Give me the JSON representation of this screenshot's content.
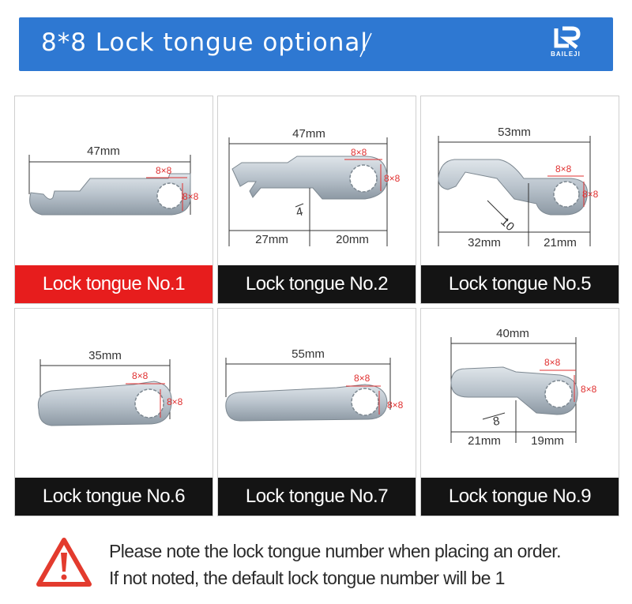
{
  "banner": {
    "title": "8*8 Lock tongue optional",
    "logo_text": "BAILEJI"
  },
  "cards": [
    {
      "label": "Lock tongue No.1",
      "active": true,
      "dims": {
        "length": "47mm",
        "hole_w": "8×8",
        "hole_h": "8×8"
      }
    },
    {
      "label": "Lock tongue No.2",
      "active": false,
      "dims": {
        "length": "47mm",
        "hole_w": "8×8",
        "hole_h": "8×8",
        "gap": "4",
        "left": "27mm",
        "right": "20mm"
      }
    },
    {
      "label": "Lock tongue No.5",
      "active": false,
      "dims": {
        "length": "53mm",
        "hole_w": "8×8",
        "hole_h": "8×8",
        "gap": "10",
        "left": "32mm",
        "right": "21mm"
      }
    },
    {
      "label": "Lock tongue No.6",
      "active": false,
      "dims": {
        "length": "35mm",
        "hole_w": "8×8",
        "hole_h": "8×8"
      }
    },
    {
      "label": "Lock tongue No.7",
      "active": false,
      "dims": {
        "length": "55mm",
        "hole_w": "8×8",
        "hole_h": "8×8"
      }
    },
    {
      "label": "Lock tongue No.9",
      "active": false,
      "dims": {
        "length": "40mm",
        "hole_w": "8×8",
        "hole_h": "8×8",
        "gap": "8",
        "left": "21mm",
        "right": "19mm"
      }
    }
  ],
  "notice": {
    "line1": "Please note the lock tongue number when placing an order.",
    "line2": "If not noted, the default lock tongue number will be 1"
  },
  "colors": {
    "banner": "#2e78d2",
    "active_label": "#e71d1d",
    "label": "#141414",
    "warning": "#e33b2e",
    "dimension_red": "#e03030"
  }
}
